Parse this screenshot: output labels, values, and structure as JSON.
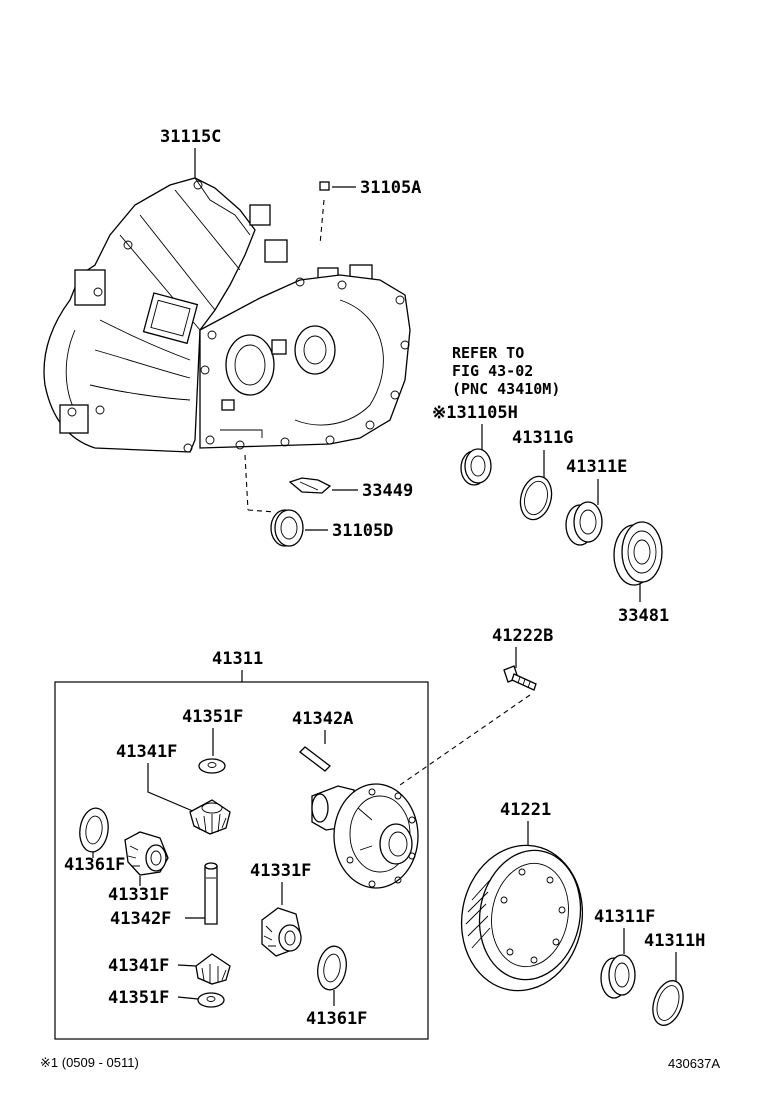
{
  "labels": {
    "p31115C": "31115C",
    "p31105A": "31105A",
    "p33449": "33449",
    "p31105D": "31105D",
    "refer_line1": "REFER TO",
    "refer_line2": "FIG 43-02",
    "refer_line3": "(PNC 43410M)",
    "p31105H": "※131105H",
    "p41311G": "41311G",
    "p41311E": "41311E",
    "p33481": "33481",
    "p41222B": "41222B",
    "p41311": "41311",
    "p41351F_top": "41351F",
    "p41342A": "41342A",
    "p41341F_top": "41341F",
    "p41361F_left": "41361F",
    "p41331F_left": "41331F",
    "p41342F": "41342F",
    "p41331F_mid": "41331F",
    "p41341F_bot": "41341F",
    "p41351F_bot": "41351F",
    "p41361F_bot": "41361F",
    "p41221": "41221",
    "p41311F": "41311F",
    "p41311H": "41311H"
  },
  "footer": {
    "note": "※1 (0509 - 0511)",
    "figure_code": "430637A"
  }
}
